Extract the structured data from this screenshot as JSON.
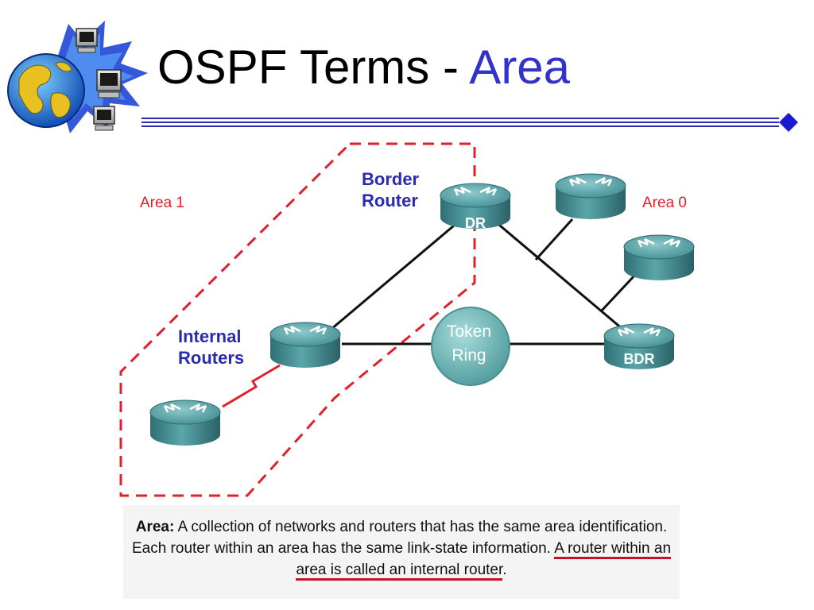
{
  "slide": {
    "title_main": "OSPF Terms - ",
    "title_accent": "Area",
    "accent_color": "#3333cc"
  },
  "diagram": {
    "area_labels": {
      "area1": "Area 1",
      "area0": "Area 0"
    },
    "callouts": {
      "border_router_line1": "Border",
      "border_router_line2": "Router",
      "internal_routers_line1": "Internal",
      "internal_routers_line2": "Routers"
    },
    "router_labels": {
      "dr": "DR",
      "bdr": "BDR"
    },
    "token_ring": {
      "line1": "Token",
      "line2": "Ring"
    },
    "colors": {
      "area_border": "#e0202a",
      "router_body": "#3f8a8e",
      "link": "#111111",
      "serial_link": "#e0202a"
    }
  },
  "caption": {
    "term": "Area:",
    "text_part1": " A collection of networks and routers that has the same area identification. Each router within an area has the same link-state information. ",
    "underlined": "A router within an area is called an internal router",
    "end": "."
  }
}
